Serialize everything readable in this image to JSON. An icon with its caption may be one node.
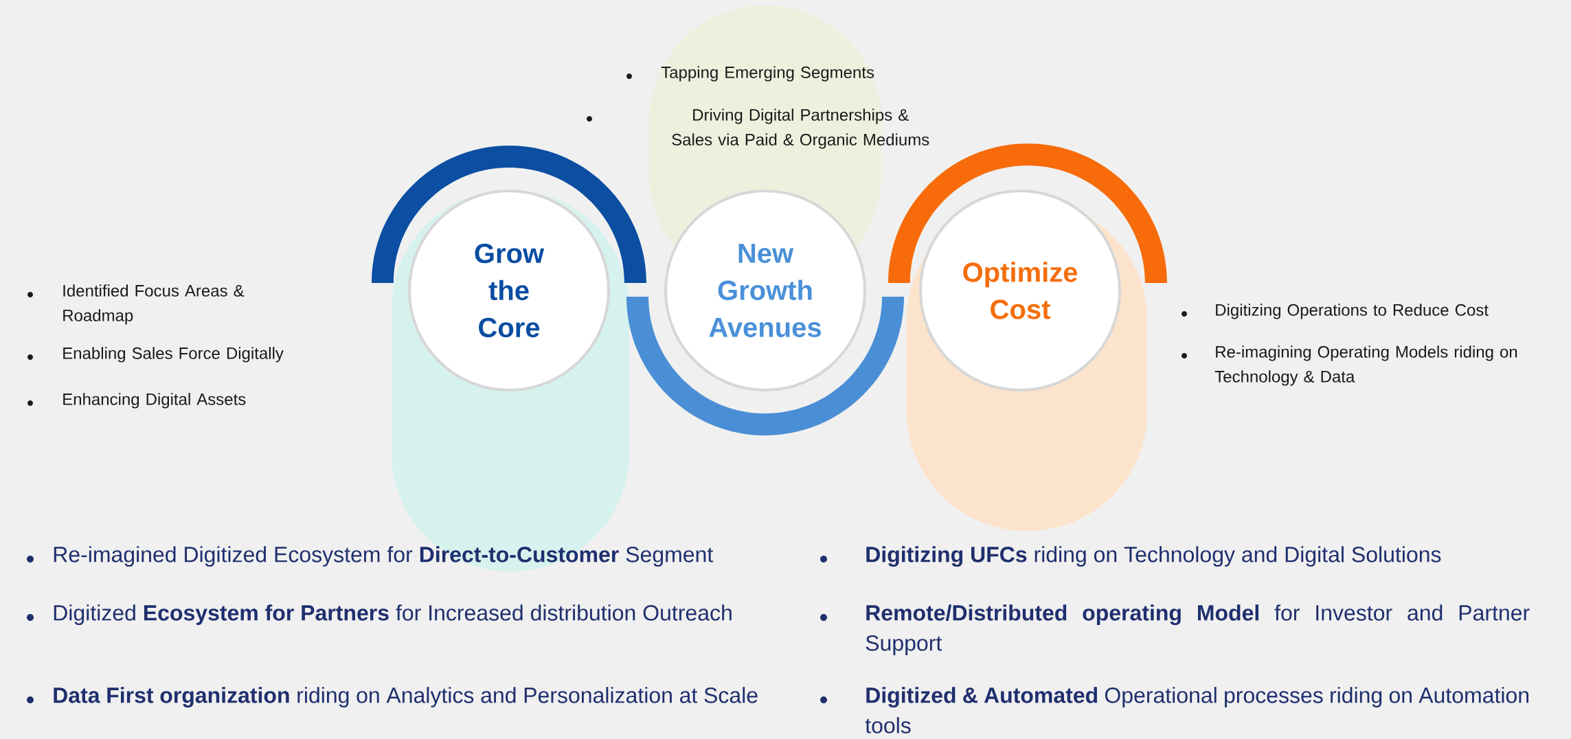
{
  "diagram": {
    "nodes": [
      {
        "text": [
          "Grow the Core"
        ],
        "beside": [
          "Identified Focus Areas & Roadmap",
          "Enabling Sales Force Digitally",
          "Enhancing Digital Assets"
        ]
      },
      {
        "text": [
          "New Growth Avenues"
        ],
        "beside": [
          "Tapping Emerging Segments",
          "Driving Digital Partnerships & Sales via Paid & Organic Mediums"
        ]
      },
      {
        "text": [
          "Optimize Cost"
        ],
        "beside": [
          "Digitizing Operations to Reduce Cost",
          "Re-imagining Operating Models riding on Technology & Data"
        ]
      }
    ],
    "edges": [],
    "labels": [
      "Re-imagined Digitized Ecosystem for **Direct-to-Customer** Segment",
      "**Digitizing UFCs** riding on Technology and Digital Solutions",
      "Digitized **Ecosystem for Partners** for Increased distribution Outreach",
      "**Remote/Distributed operating Model** for Investor and Partner Support",
      "**Data First organization** riding on Analytics and Personalization at Scale",
      "**Digitized & Automated** Operational processes riding on Automation tools"
    ]
  }
}
